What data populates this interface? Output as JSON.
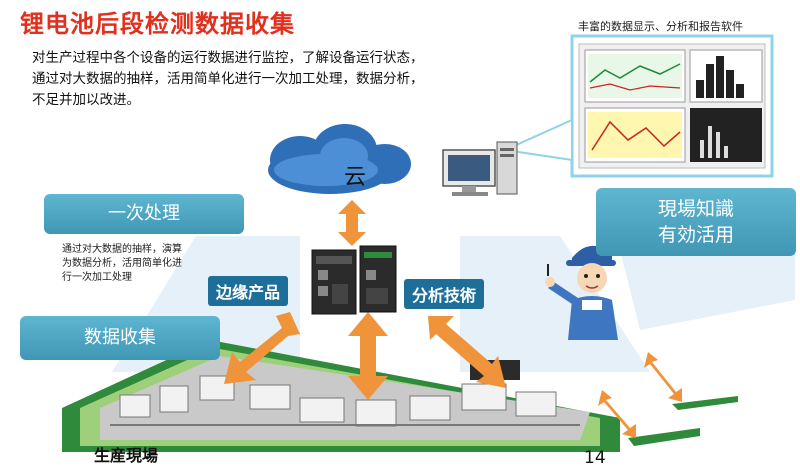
{
  "title": "锂电池后段检测数据收集",
  "description": [
    "对生产过程中各个设备的运行数据进行监控，了解设备运行状态，",
    "通过对大数据的抽样，活用简单化进行一次加工处理，数据分析，",
    "不足并加以改进。"
  ],
  "software_caption": "丰富的数据显示、分析和报告软件",
  "cloud_label": "云",
  "first_processing": {
    "label": "一次处理",
    "note": [
      "通过对大数据的抽样，演算",
      "为数据分析，活用简单化进",
      "行一次加工处理"
    ]
  },
  "data_collection_label": "数据收集",
  "edge_product_label": "边缘产品",
  "analysis_label": "分析技術",
  "onsite_knowledge": [
    "現場知識",
    "有効活用"
  ],
  "site_label": "生産現場",
  "page_number": "14",
  "colors": {
    "title": "#e0301e",
    "teal_box": "#4fa8c6",
    "dark_label": "#1d6f9a",
    "arrow": "#f0943c",
    "cloud": "#2e6fb8",
    "factory_floor": "#3aa34a"
  }
}
